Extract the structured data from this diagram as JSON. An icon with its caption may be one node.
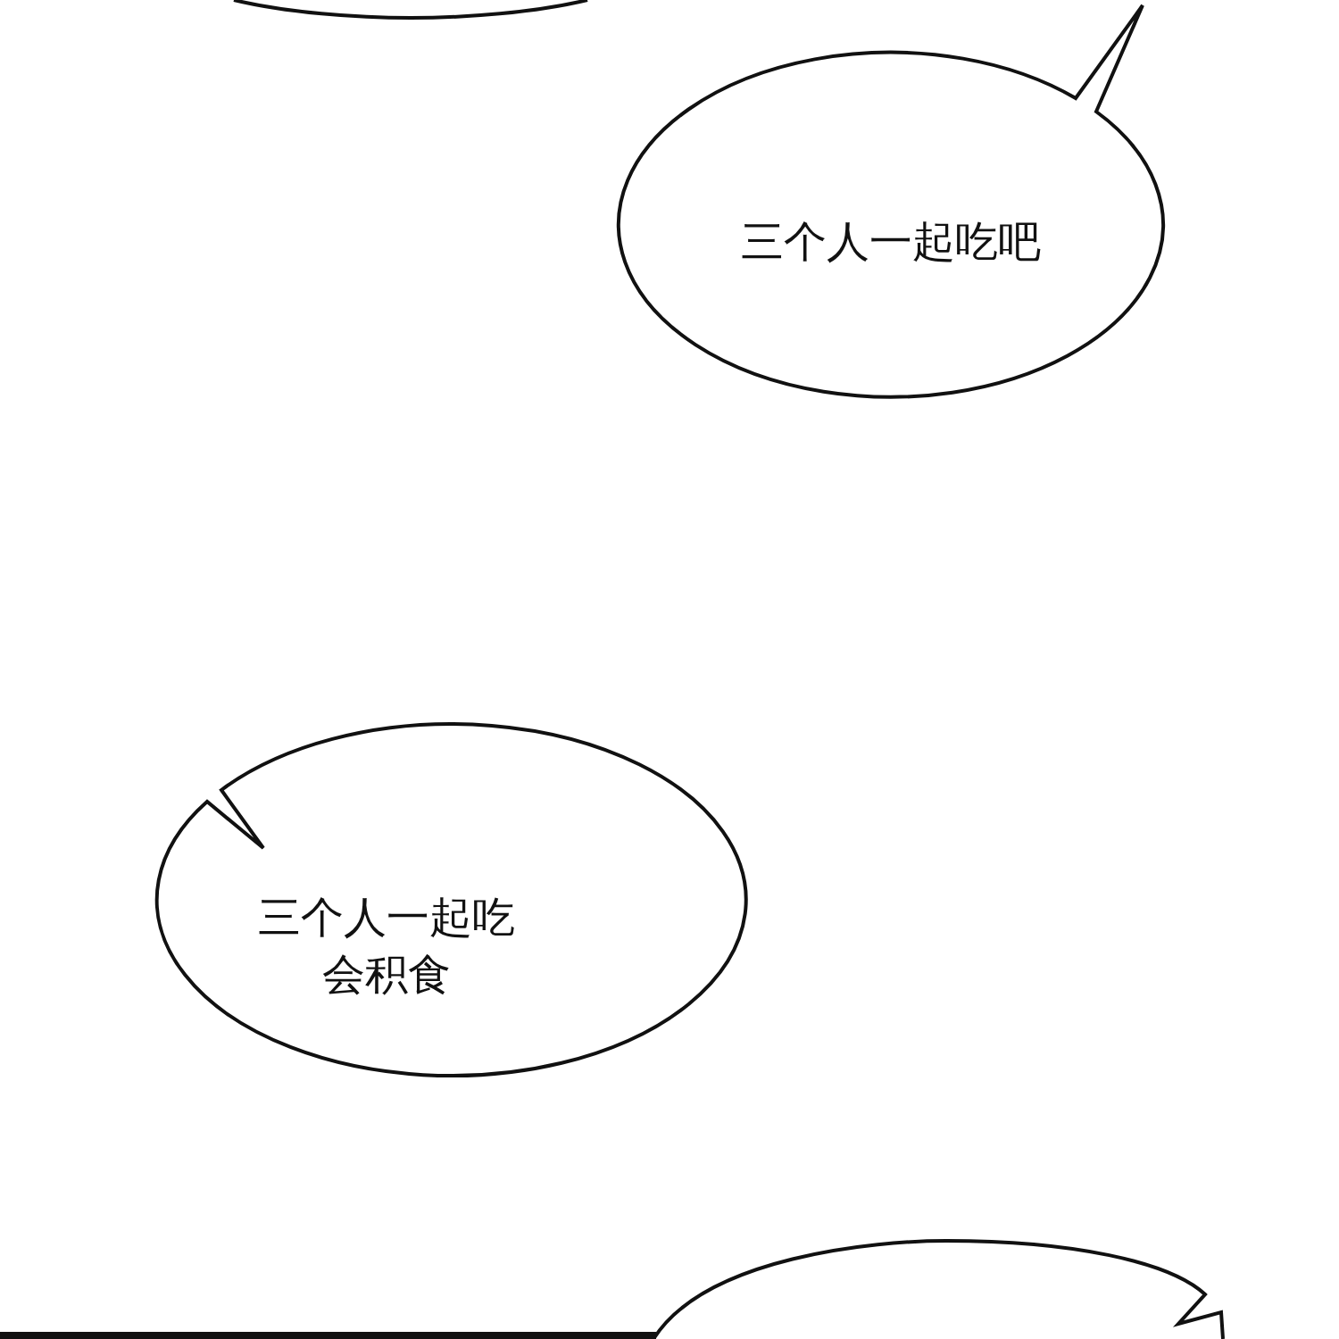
{
  "diagram": {
    "nodes": [
      {
        "text": [],
        "shape": "bubble"
      },
      {
        "text": [
          "三个人一起吃吧"
        ]
      },
      {
        "text": [
          "三个人一起吃会积食"
        ]
      },
      {
        "text": [],
        "shape": "bubble"
      }
    ]
  }
}
